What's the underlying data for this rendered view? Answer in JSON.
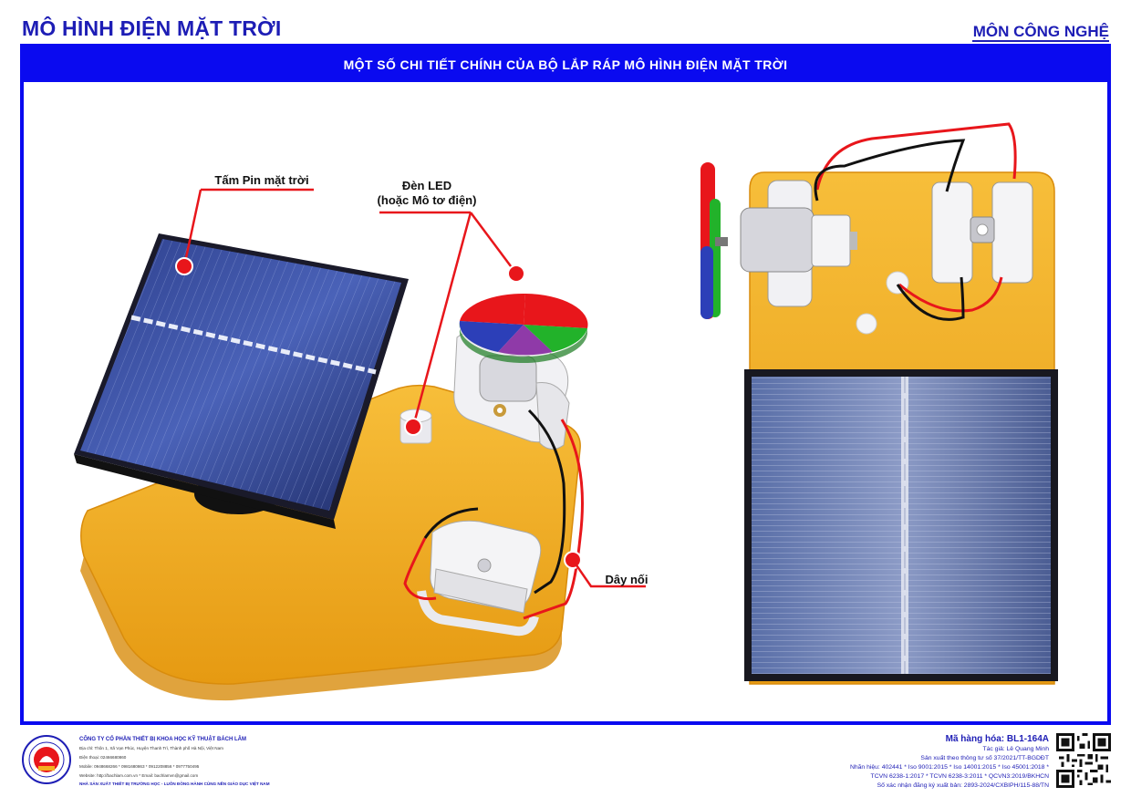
{
  "header": {
    "title": "MÔ HÌNH ĐIỆN MẶT TRỜI",
    "subject": "MÔN CÔNG NGHỆ"
  },
  "banner": {
    "text": "MỘT SỐ CHI TIẾT CHÍNH CỦA BỘ LẮP RÁP MÔ HÌNH ĐIỆN MẶT TRỜI"
  },
  "callouts": {
    "solar_panel": "Tấm Pin mặt trời",
    "led_line1": "Đèn LED",
    "led_line2": "(hoặc Mô tơ điện)",
    "wire": "Dây nối"
  },
  "company": {
    "name": "CÔNG TY CỔ PHẦN THIẾT BỊ KHOA HỌC KỸ THUẬT BÁCH LÂM",
    "address": "Địa chỉ: Thôn 1, Xã Vạn Phúc, Huyện Thanh Trì, Thành phố Hà Nội, Việt Nam",
    "phone": "Điện thoại: 02466680860",
    "mobile": "Mobile: 0948668266   *   0981680863   *   0912208856   *   0977750495",
    "web": "Website: http://bachlam.com.vn        *        Email: bachlamvn@gmail.com",
    "slogan": "NHÀ SẢN XUẤT THIẾT BỊ TRƯỜNG HỌC - LUÔN ĐỒNG HÀNH CÙNG NỀN GIÁO DỤC VIỆT NAM"
  },
  "product": {
    "code": "Mã hàng hóa: BL1-164A",
    "author": "Tác giả: Lê Quang Minh",
    "circular": "Sản xuất theo thông tư số 37/2021/TT-BGDĐT",
    "standards1": "Nhãn hiệu: 402441 * Iso 9001:2015 * Iso 14001:2015 * Iso 45001:2018 *",
    "standards2": "TCVN 6238-1:2017 * TCVN 6238-3:2011 * QCVN3:2019/BKHCN",
    "publish": "Số xác nhận đăng ký xuất bản: 2893-2024/CXBIPH/115-88/TN"
  },
  "colors": {
    "brand_blue": "#1d1db5",
    "frame_blue": "#0a0af0",
    "callout_red": "#e8161b",
    "base_orange": "#f5b021"
  }
}
